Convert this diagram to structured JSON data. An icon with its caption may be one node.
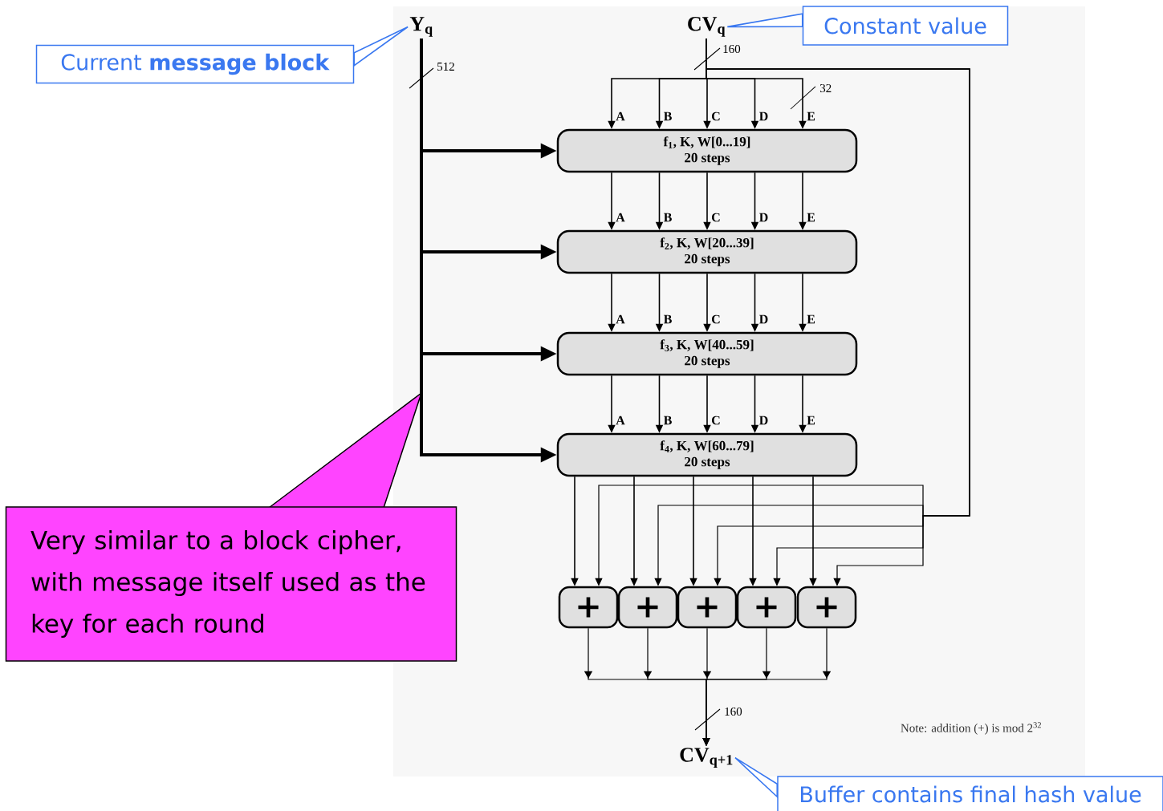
{
  "diagram": {
    "nodes": [
      {
        "text": [
          "Y$_{q}$"
        ]
      },
      {
        "text": [
          "CV$_{q}$"
        ]
      },
      {
        "text": [
          "f$_{1}$, K, W[0...19]",
          "20 steps"
        ]
      },
      {
        "text": [
          "f$_{2}$, K, W[20...39]",
          "20 steps"
        ]
      },
      {
        "text": [
          "f$_{3}$, K, W[40...59]",
          "20 steps"
        ]
      },
      {
        "text": [
          "f$_{4}$, K, W[60...79]",
          "20 steps"
        ]
      },
      {
        "text": [
          "+"
        ]
      },
      {
        "text": [
          "+"
        ]
      },
      {
        "text": [
          "+"
        ]
      },
      {
        "text": [
          "+"
        ]
      },
      {
        "text": [
          "+"
        ]
      },
      {
        "text": [
          "CV$_{q+1}$"
        ]
      },
      {
        "text": [
          "Current **message block**"
        ]
      },
      {
        "text": [
          "Constant value"
        ]
      },
      {
        "text": [
          "Buffer contains final hash value"
        ]
      },
      {
        "text": [
          "Very similar to a block cipher, with message itself used as the key for each round"
        ]
      }
    ],
    "edges": [
      {
        "from": 0,
        "to": 2,
        "arrow": "to",
        "style": "thick"
      },
      {
        "from": 0,
        "to": 3,
        "arrow": "to",
        "style": "thick"
      },
      {
        "from": 0,
        "to": 4,
        "arrow": "to",
        "style": "thick"
      },
      {
        "from": 0,
        "to": 5,
        "arrow": "to",
        "style": "thick"
      },
      {
        "from": 1,
        "to": 2,
        "arrow": "to",
        "label": "A"
      },
      {
        "from": 1,
        "to": 2,
        "arrow": "to",
        "label": "B"
      },
      {
        "from": 1,
        "to": 2,
        "arrow": "to",
        "label": "C"
      },
      {
        "from": 1,
        "to": 2,
        "arrow": "to",
        "label": "D"
      },
      {
        "from": 1,
        "to": 2,
        "arrow": "to",
        "label": "E"
      },
      {
        "from": 2,
        "to": 3,
        "arrow": "to",
        "label": "A"
      },
      {
        "from": 2,
        "to": 3,
        "arrow": "to",
        "label": "B"
      },
      {
        "from": 2,
        "to": 3,
        "arrow": "to",
        "label": "C"
      },
      {
        "from": 2,
        "to": 3,
        "arrow": "to",
        "label": "D"
      },
      {
        "from": 2,
        "to": 3,
        "arrow": "to",
        "label": "E"
      },
      {
        "from": 3,
        "to": 4,
        "arrow": "to",
        "label": "A"
      },
      {
        "from": 3,
        "to": 4,
        "arrow": "to",
        "label": "B"
      },
      {
        "from": 3,
        "to": 4,
        "arrow": "to",
        "label": "C"
      },
      {
        "from": 3,
        "to": 4,
        "arrow": "to",
        "label": "D"
      },
      {
        "from": 3,
        "to": 4,
        "arrow": "to",
        "label": "E"
      },
      {
        "from": 4,
        "to": 5,
        "arrow": "to",
        "label": "A"
      },
      {
        "from": 4,
        "to": 5,
        "arrow": "to",
        "label": "B"
      },
      {
        "from": 4,
        "to": 5,
        "arrow": "to",
        "label": "C"
      },
      {
        "from": 4,
        "to": 5,
        "arrow": "to",
        "label": "D"
      },
      {
        "from": 4,
        "to": 5,
        "arrow": "to",
        "label": "E"
      },
      {
        "from": 5,
        "to": 6,
        "arrow": "to"
      },
      {
        "from": 5,
        "to": 7,
        "arrow": "to"
      },
      {
        "from": 5,
        "to": 8,
        "arrow": "to"
      },
      {
        "from": 5,
        "to": 9,
        "arrow": "to"
      },
      {
        "from": 5,
        "to": 10,
        "arrow": "to"
      },
      {
        "from": 1,
        "to": 6,
        "arrow": "to"
      },
      {
        "from": 1,
        "to": 7,
        "arrow": "to"
      },
      {
        "from": 1,
        "to": 8,
        "arrow": "to"
      },
      {
        "from": 1,
        "to": 9,
        "arrow": "to"
      },
      {
        "from": 1,
        "to": 10,
        "arrow": "to"
      },
      {
        "from": 6,
        "to": 11,
        "arrow": "to"
      },
      {
        "from": 7,
        "to": 11,
        "arrow": "to"
      },
      {
        "from": 8,
        "to": 11,
        "arrow": "to"
      },
      {
        "from": 9,
        "to": 11,
        "arrow": "to"
      },
      {
        "from": 10,
        "to": 11,
        "arrow": "to"
      },
      {
        "from": 12,
        "to": 0,
        "arrow": "none",
        "color": "#3a78f0"
      },
      {
        "from": 13,
        "to": 1,
        "arrow": "none",
        "color": "#3a78f0"
      },
      {
        "from": 14,
        "to": 11,
        "arrow": "none",
        "color": "#3a78f0"
      }
    ],
    "labels": [
      "512",
      "160",
      "32",
      "160",
      "Note: addition (+) is mod 2$^{32}$"
    ]
  }
}
